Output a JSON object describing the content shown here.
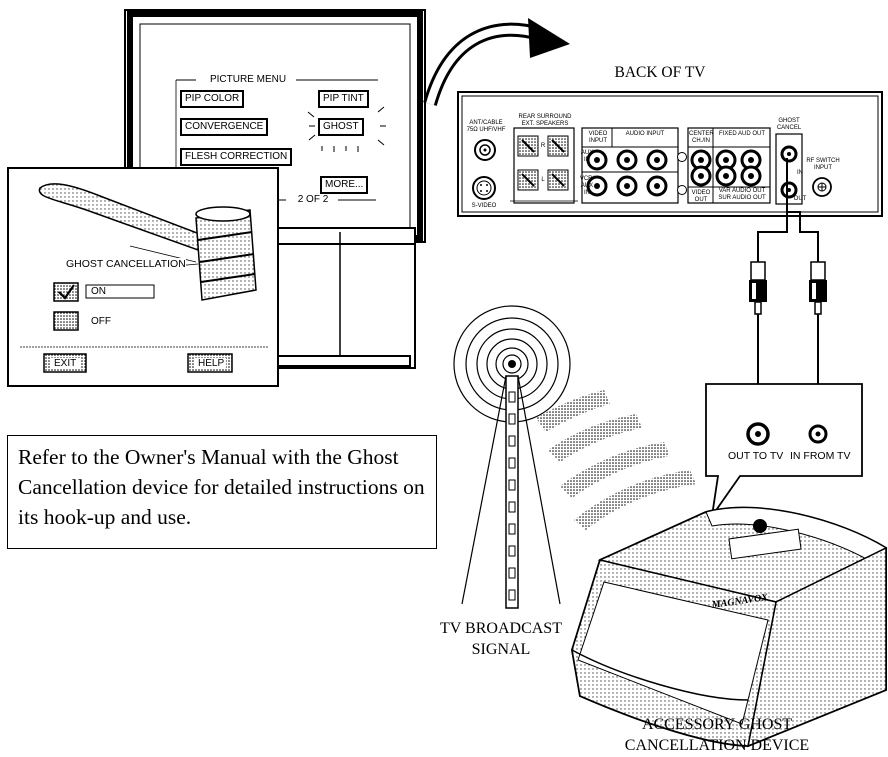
{
  "labels": {
    "back_of_tv": "BACK OF TV",
    "broadcast_line1": "TV BROADCAST",
    "broadcast_line2": "SIGNAL",
    "device_line1": "ACCESSORY GHOST",
    "device_line2": "CANCELLATION DEVICE",
    "out_to_tv": "OUT TO TV",
    "in_from_tv": "IN FROM TV",
    "device_brand": "MAGNAVOX"
  },
  "picture_menu": {
    "title": "PICTURE MENU",
    "items": [
      "PIP COLOR",
      "CONVERGENCE",
      "FLESH CORRECTION",
      "PIP TINT",
      "GHOST",
      "MORE..."
    ],
    "page": "2 OF 2"
  },
  "ghost_menu": {
    "title": "GHOST CANCELLATION",
    "option_on": "ON",
    "option_off": "OFF",
    "exit": "EXIT",
    "help": "HELP"
  },
  "back_panel": {
    "ant": "ANT/CABLE",
    "ohm": "75Ω UHF/VHF",
    "svideo": "S-VIDEO",
    "rear_surround": "REAR SURROUND",
    "ext_speakers": "EXT. SPEAKERS",
    "video_input": "VIDEO INPUT",
    "audio_input": "AUDIO INPUT",
    "aux_in": "AUX IN",
    "vcr_aux_in": "VCR/ AUX IN",
    "center_ch_in": "CENTER CH./IN",
    "fixed_aud_out": "FIXED AUD OUT",
    "video_out": "VIDEO OUT",
    "var_audio_out": "VAR AUDIO OUT",
    "sur_audio_out": "SUR AUDIO OUT",
    "ghost_cancel": "GHOST CANCEL",
    "in": "IN",
    "out": "OUT",
    "rf_switch_input": "RF SWITCH INPUT",
    "r": "R",
    "l": "L"
  },
  "note": "Refer to the Owner's Manual with the Ghost Cancellation device for detailed instructions on its hook-up and use."
}
